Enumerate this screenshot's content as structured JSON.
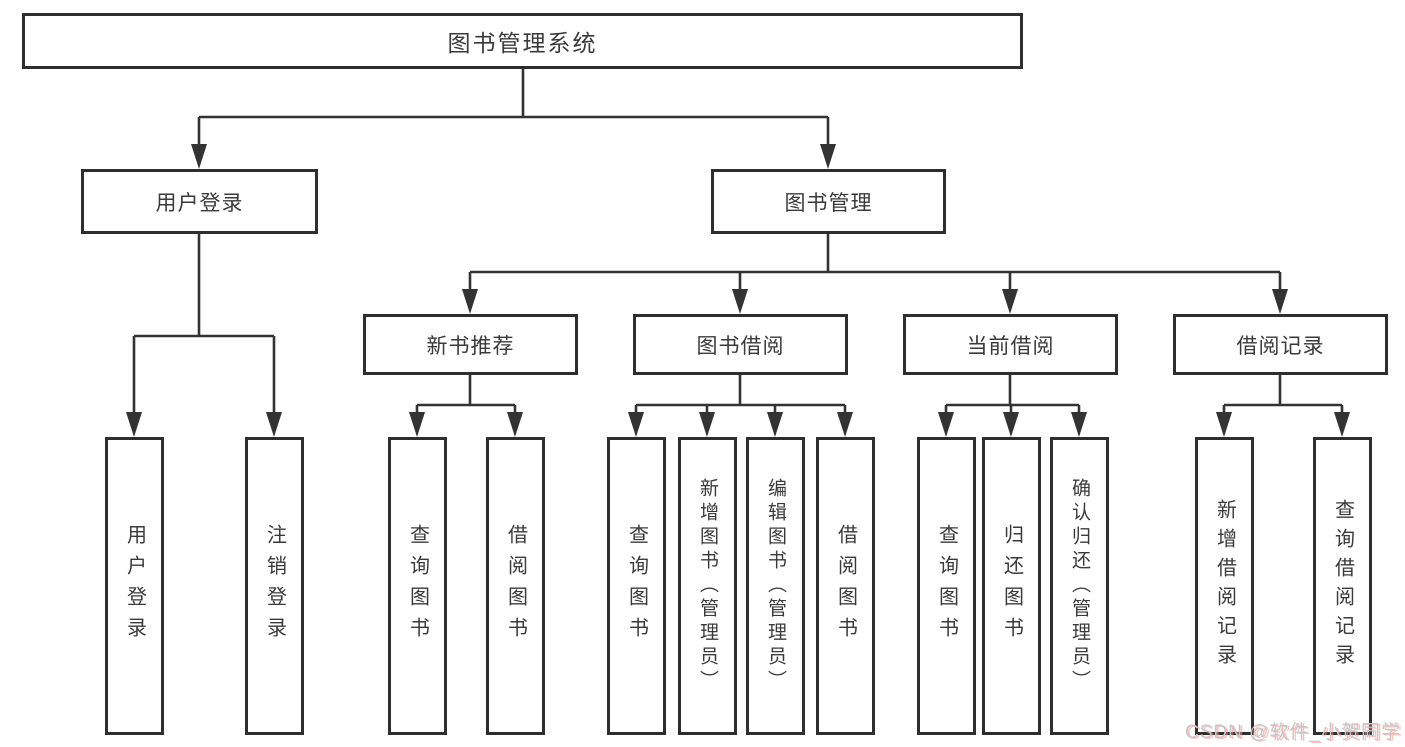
{
  "diagram": {
    "root": {
      "label": "图书管理系统"
    },
    "level2": [
      {
        "label": "用户登录"
      },
      {
        "label": "图书管理"
      }
    ],
    "level3": [
      {
        "label": "新书推荐"
      },
      {
        "label": "图书借阅"
      },
      {
        "label": "当前借阅"
      },
      {
        "label": "借阅记录"
      }
    ],
    "leaves": [
      {
        "label": "用户登录"
      },
      {
        "label": "注销登录"
      },
      {
        "label": "查询图书"
      },
      {
        "label": "借阅图书"
      },
      {
        "label": "查询图书"
      },
      {
        "label": "新增图书（管理员）"
      },
      {
        "label": "编辑图书（管理员）"
      },
      {
        "label": "借阅图书"
      },
      {
        "label": "查询图书"
      },
      {
        "label": "归还图书"
      },
      {
        "label": "确认归还（管理员）"
      },
      {
        "label": "新增借阅记录"
      },
      {
        "label": "查询借阅记录"
      }
    ]
  },
  "watermark": {
    "text": "CSDN @软件_小贺同学"
  },
  "colors": {
    "line": "#333333",
    "box_border": "#2e2e2e",
    "text": "#3a3a3a",
    "watermark": "#c7c7c7",
    "background": "#ffffff"
  }
}
